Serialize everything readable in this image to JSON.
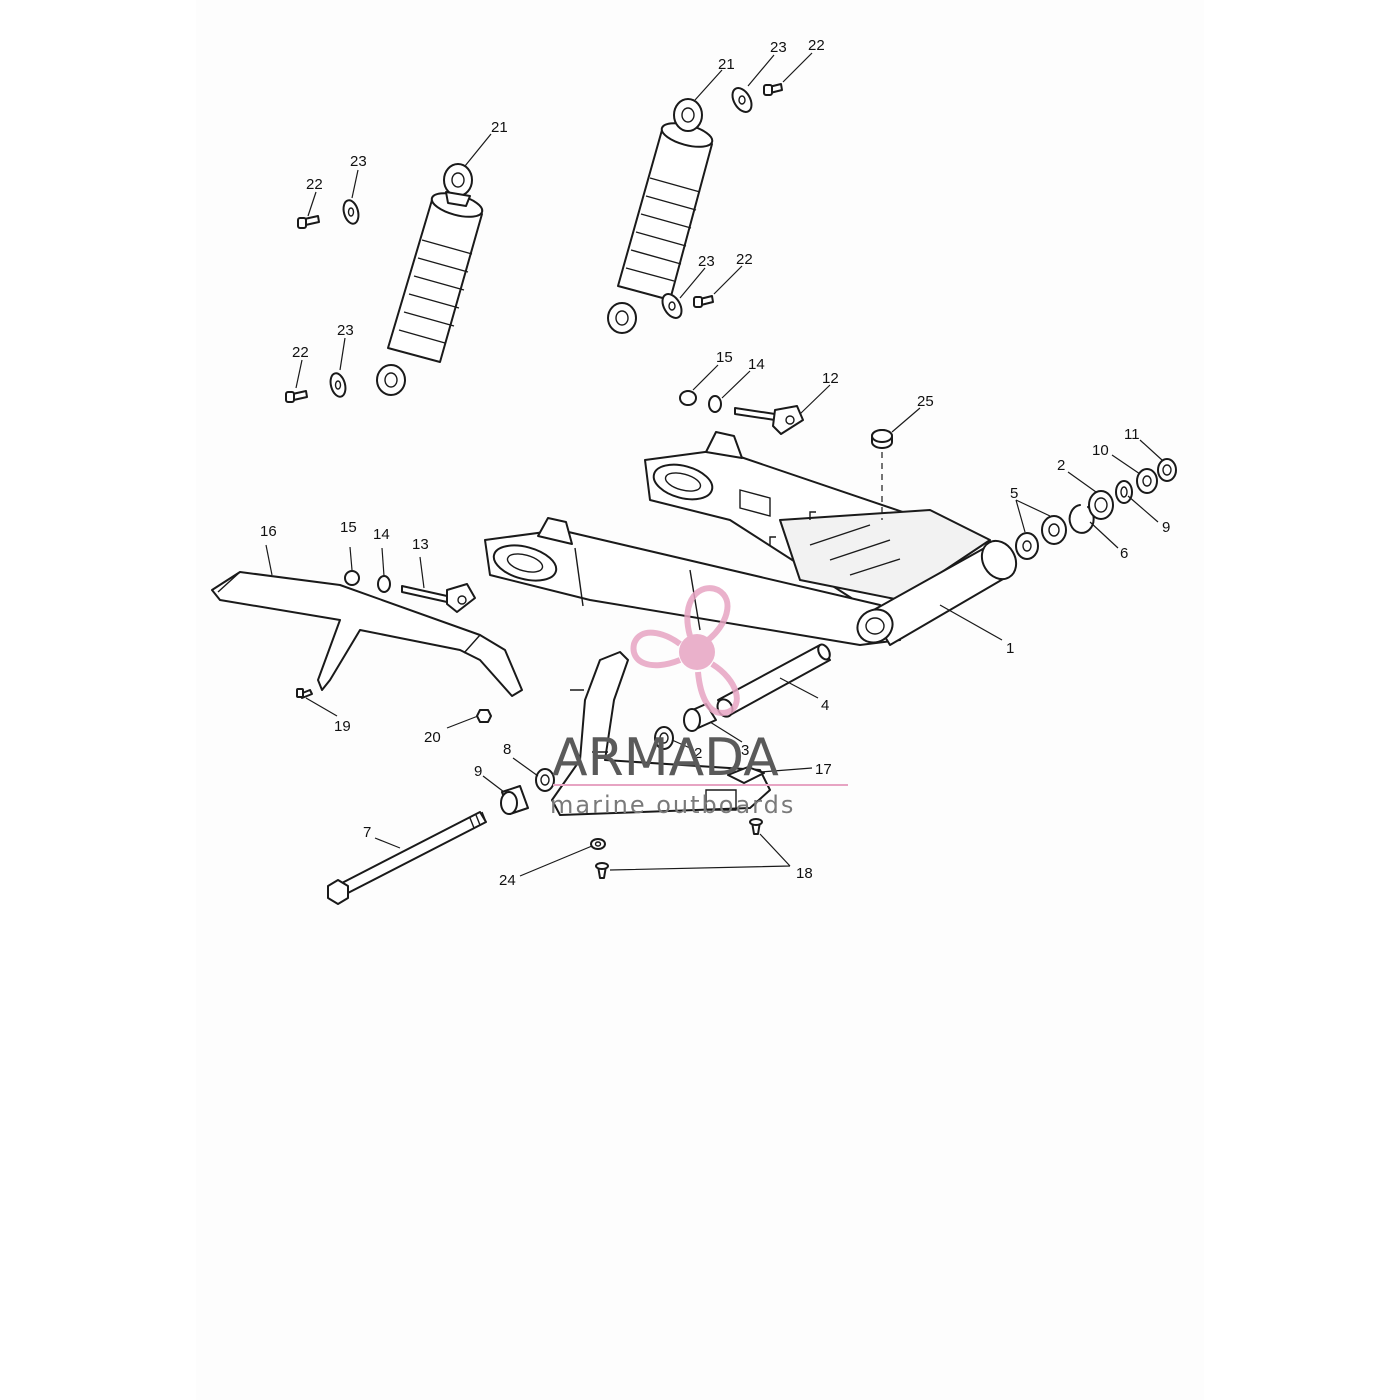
{
  "watermark": {
    "brand": "ARMADA",
    "tagline": "marine outboards",
    "brand_color": "#6b6b6b",
    "logo_color": "#e7a4c3"
  },
  "callouts": {
    "n1": "1",
    "n2a": "2",
    "n2b": "2",
    "n3": "3",
    "n4": "4",
    "n5": "5",
    "n6": "6",
    "n7": "7",
    "n8": "8",
    "n9a": "9",
    "n9b": "9",
    "n10": "10",
    "n11": "11",
    "n12": "12",
    "n13": "13",
    "n14a": "14",
    "n14b": "14",
    "n15a": "15",
    "n15b": "15",
    "n16": "16",
    "n17": "17",
    "n18": "18",
    "n19": "19",
    "n20": "20",
    "n21a": "21",
    "n21b": "21",
    "n22a": "22",
    "n22b": "22",
    "n22c": "22",
    "n22d": "22",
    "n23a": "23",
    "n23b": "23",
    "n23c": "23",
    "n23d": "23",
    "n24": "24",
    "n25": "25"
  }
}
